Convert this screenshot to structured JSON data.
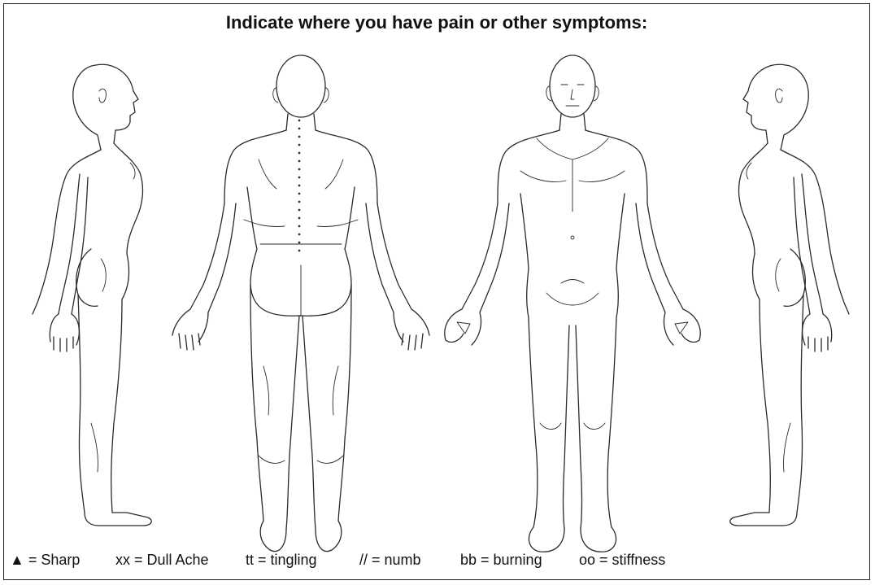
{
  "form": {
    "title": "Indicate where you have pain or other symptoms:"
  },
  "figures": [
    {
      "view": "right-side",
      "icon": "body-side-right-icon"
    },
    {
      "view": "back",
      "icon": "body-back-icon"
    },
    {
      "view": "front",
      "icon": "body-front-icon"
    },
    {
      "view": "left-side",
      "icon": "body-side-left-icon"
    }
  ],
  "legend": {
    "sharp": "▲ = Sharp",
    "dull_ache": "xx = Dull Ache",
    "tingling": "tt = tingling",
    "numb": "// = numb",
    "burning": "bb = burning",
    "stiffness": "oo = stiffness"
  },
  "colors": {
    "outline": "#2a2a2a",
    "border": "#222222",
    "background": "#ffffff"
  }
}
